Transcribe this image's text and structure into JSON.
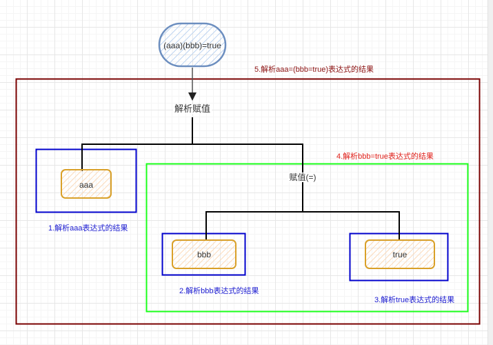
{
  "colors": {
    "outer_box": "#7a0000",
    "green_box": "#1aff1a",
    "blue_box": "#0000cc",
    "node_border": "#d9a028",
    "node_fill_hatch": "#fbd9b8",
    "ellipse_border": "#6c8ebf",
    "ellipse_fill_hatch": "#bcd3f0",
    "connector": "#000000",
    "arrow": "#555555"
  },
  "root": {
    "label": "(aaa)(bbb)=true",
    "shape": "ellipse"
  },
  "assign_label": "解析赋值",
  "inner_assign_label": "赋值(=)",
  "nodes": {
    "aaa": "aaa",
    "bbb": "bbb",
    "true": "true"
  },
  "annotations": {
    "step1": "1.解析aaa表达式的结果",
    "step2": "2.解析bbb表达式的结果",
    "step3": "3.解析true表达式的结果",
    "step4": "4.解析bbb=true表达式的结果",
    "step5": "5.解析aaa=(bbb=true)表达式的结果"
  }
}
